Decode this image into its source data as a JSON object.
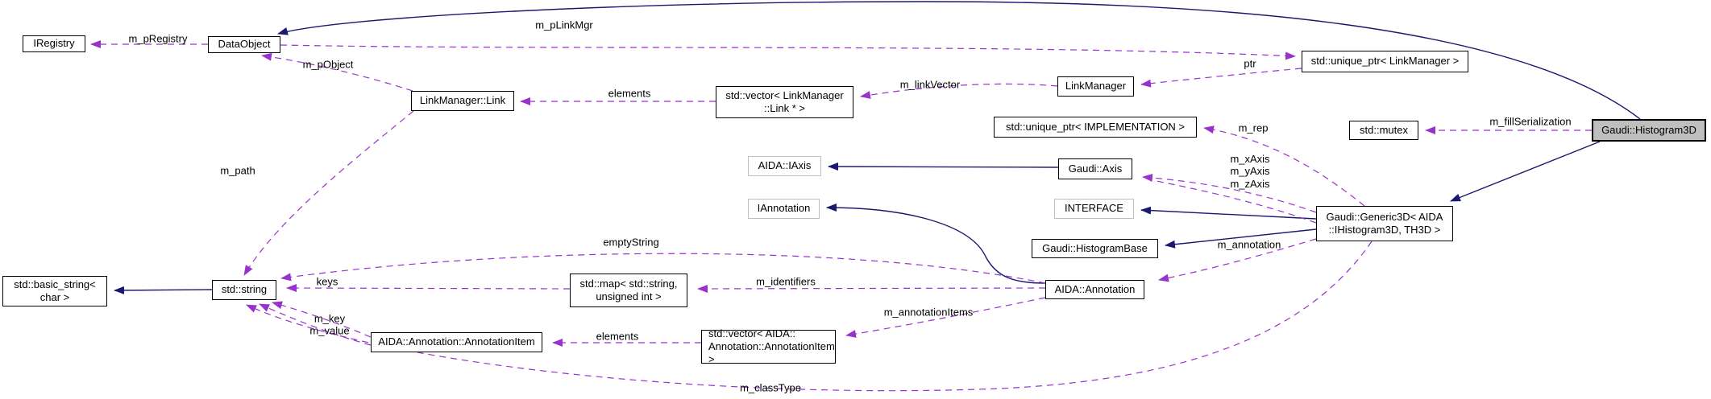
{
  "colors": {
    "inheritance": "#191970",
    "usage": "#9932cc",
    "node_border": "#000000",
    "external_border": "#bfbfbf",
    "highlight_fill": "#bfbfbf",
    "background": "#ffffff"
  },
  "nodes": [
    {
      "label": "IRegistry"
    },
    {
      "label": "DataObject"
    },
    {
      "label": "LinkManager::Link"
    },
    {
      "label": "std::vector< LinkManager\n::Link * >"
    },
    {
      "label": "LinkManager"
    },
    {
      "label": "std::unique_ptr< LinkManager >"
    },
    {
      "label": "std::unique_ptr< IMPLEMENTATION >"
    },
    {
      "label": "std::mutex"
    },
    {
      "label": "Gaudi::Histogram3D"
    },
    {
      "label": "AIDA::IAxis"
    },
    {
      "label": "Gaudi::Axis"
    },
    {
      "label": "INTERFACE"
    },
    {
      "label": "IAnnotation"
    },
    {
      "label": "Gaudi::HistogramBase"
    },
    {
      "label": "Gaudi::Generic3D< AIDA\n::IHistogram3D, TH3D >"
    },
    {
      "label": "std::basic_string<\nchar >"
    },
    {
      "label": "std::string"
    },
    {
      "label": "std::map< std::string,\nunsigned int >"
    },
    {
      "label": "AIDA::Annotation"
    },
    {
      "label": "AIDA::Annotation::AnnotationItem"
    },
    {
      "label": "std::vector< AIDA::\nAnnotation::AnnotationItem >"
    }
  ],
  "edges": [
    {
      "label": "m_pRegistry",
      "from": "DataObject",
      "to": "IRegistry",
      "relation": "usage"
    },
    {
      "label": "m_pObject",
      "from": "LinkManager::Link",
      "to": "DataObject",
      "relation": "usage"
    },
    {
      "label": "elements",
      "from": "std::vector< LinkManager::Link * >",
      "to": "LinkManager::Link",
      "relation": "usage"
    },
    {
      "label": "m_linkVector",
      "from": "LinkManager",
      "to": "std::vector< LinkManager::Link * >",
      "relation": "usage"
    },
    {
      "label": "ptr",
      "from": "std::unique_ptr< LinkManager >",
      "to": "LinkManager",
      "relation": "usage"
    },
    {
      "label": "m_pLinkMgr",
      "from": "DataObject",
      "to": "std::unique_ptr< LinkManager >",
      "relation": "usage"
    },
    {
      "label": "m_fillSerialization",
      "from": "Gaudi::Histogram3D",
      "to": "std::mutex",
      "relation": "usage"
    },
    {
      "label": "m_rep",
      "from": "Gaudi::Generic3D< AIDA::IHistogram3D, TH3D >",
      "to": "std::unique_ptr< IMPLEMENTATION >",
      "relation": "usage"
    },
    {
      "label": "m_xAxis\nm_yAxis\nm_zAxis",
      "from": "Gaudi::Generic3D< AIDA::IHistogram3D, TH3D >",
      "to": "Gaudi::Axis",
      "relation": "usage"
    },
    {
      "label": "m_annotation",
      "from": "Gaudi::Generic3D< AIDA::IHistogram3D, TH3D >",
      "to": "AIDA::Annotation",
      "relation": "usage"
    },
    {
      "label": "m_identifiers",
      "from": "AIDA::Annotation",
      "to": "std::map< std::string, unsigned int >",
      "relation": "usage"
    },
    {
      "label": "emptyString",
      "from": "AIDA::Annotation",
      "to": "std::string",
      "relation": "usage"
    },
    {
      "label": "keys",
      "from": "std::map< std::string, unsigned int >",
      "to": "std::string",
      "relation": "usage"
    },
    {
      "label": "m_annotationItems",
      "from": "AIDA::Annotation",
      "to": "std::vector< AIDA::Annotation::AnnotationItem >",
      "relation": "usage"
    },
    {
      "label": "elements",
      "from": "std::vector< AIDA::Annotation::AnnotationItem >",
      "to": "AIDA::Annotation::AnnotationItem",
      "relation": "usage"
    },
    {
      "label": "m_key\nm_value",
      "from": "AIDA::Annotation::AnnotationItem",
      "to": "std::string",
      "relation": "usage"
    },
    {
      "label": "m_classType",
      "from": "Gaudi::Generic3D< AIDA::IHistogram3D, TH3D >",
      "to": "std::string",
      "relation": "usage"
    },
    {
      "label": "m_path",
      "from": "LinkManager::Link",
      "to": "std::string",
      "relation": "usage"
    }
  ],
  "inheritance_edges": [
    {
      "from": "Gaudi::Histogram3D",
      "to": "DataObject"
    },
    {
      "from": "Gaudi::Histogram3D",
      "to": "Gaudi::Generic3D< AIDA::IHistogram3D, TH3D >"
    },
    {
      "from": "Gaudi::Generic3D< AIDA::IHistogram3D, TH3D >",
      "to": "INTERFACE"
    },
    {
      "from": "Gaudi::Generic3D< AIDA::IHistogram3D, TH3D >",
      "to": "Gaudi::HistogramBase"
    },
    {
      "from": "Gaudi::Axis",
      "to": "AIDA::IAxis"
    },
    {
      "from": "AIDA::Annotation",
      "to": "IAnnotation"
    },
    {
      "from": "std::string",
      "to": "std::basic_string< char >"
    }
  ]
}
